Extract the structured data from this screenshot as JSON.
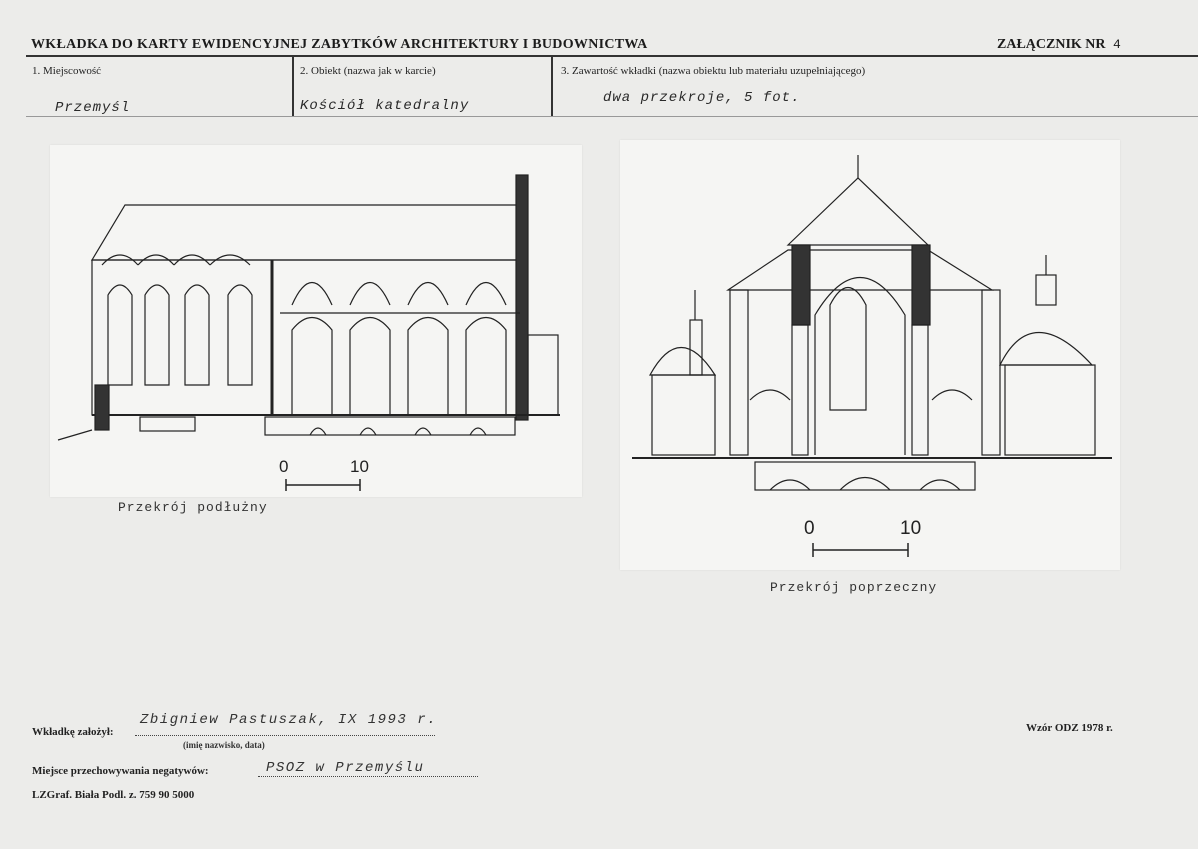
{
  "header": {
    "title": "WKŁADKA DO KARTY EWIDENCYJNEJ ZABYTKÓW ARCHITEKTURY I BUDOWNICTWA",
    "attachment_label": "ZAŁĄCZNIK NR",
    "attachment_number": "4"
  },
  "fields": {
    "locality_label": "1. Miejscowość",
    "locality_value": "Przemyśl",
    "object_label": "2. Obiekt (nazwa jak w karcie)",
    "object_value": "Kościół katedralny",
    "contents_label": "3. Zawartość wkładki (nazwa obiektu lub materiału uzupełniającego)",
    "contents_value": "dwa przekroje, 5 fot."
  },
  "drawings": {
    "longitudinal": {
      "caption": "Przekrój podłużny",
      "scale_min": "0",
      "scale_max": "10"
    },
    "transverse": {
      "caption": "Przekrój poprzeczny",
      "scale_min": "0",
      "scale_max": "10"
    }
  },
  "footer": {
    "created_label": "Wkładkę założył:",
    "created_value": "Zbigniew Pastuszak, IX 1993 r.",
    "created_hint": "(imię nazwisko, data)",
    "storage_label": "Miejsce przechowywania negatywów:",
    "storage_value": "PSOZ w Przemyślu",
    "printer": "LZGraf. Biała Podl. z. 759 90 5000",
    "template": "Wzór ODZ 1978 r."
  }
}
